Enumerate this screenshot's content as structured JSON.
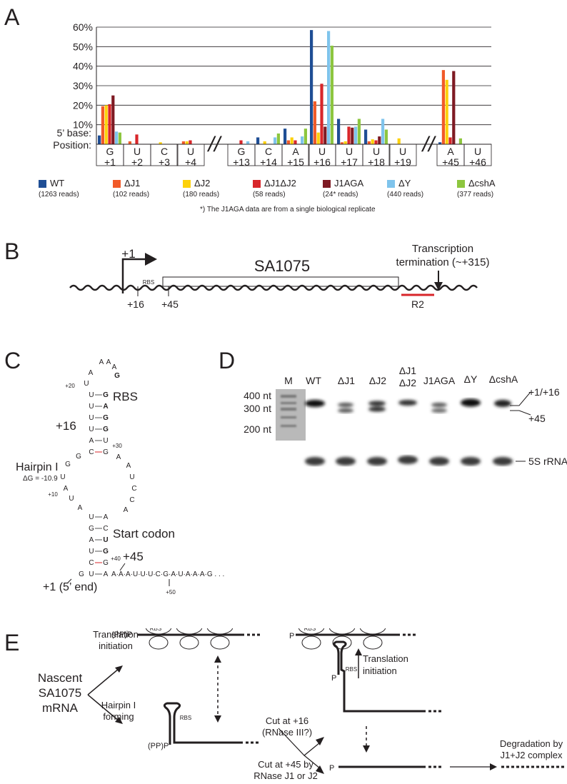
{
  "panels": {
    "a": "A",
    "b": "B",
    "c": "C",
    "d": "D",
    "e": "E"
  },
  "panel_a": {
    "footnote": "*) The J1AGA data are from a single biological replicate",
    "row_labels": {
      "base": "5’ base:",
      "position": "Position:"
    },
    "break_mark": "//"
  },
  "chart_data": {
    "type": "bar",
    "ylim": [
      0,
      60
    ],
    "yticks": [
      "60%",
      "50%",
      "40%",
      "30%",
      "20%",
      "10%"
    ],
    "ytick_values": [
      60,
      50,
      40,
      30,
      20,
      10
    ],
    "grid": true,
    "legend_placement": "bottom",
    "categories": [
      {
        "base": "G",
        "pos": "+1"
      },
      {
        "base": "U",
        "pos": "+2"
      },
      {
        "base": "C",
        "pos": "+3"
      },
      {
        "base": "U",
        "pos": "+4"
      },
      {
        "base": "G",
        "pos": "+13"
      },
      {
        "base": "C",
        "pos": "+14"
      },
      {
        "base": "A",
        "pos": "+15"
      },
      {
        "base": "U",
        "pos": "+16"
      },
      {
        "base": "U",
        "pos": "+17"
      },
      {
        "base": "U",
        "pos": "+18"
      },
      {
        "base": "U",
        "pos": "+19"
      },
      {
        "base": "A",
        "pos": "+45"
      },
      {
        "base": "U",
        "pos": "+46"
      }
    ],
    "series": [
      {
        "name": "WT",
        "reads": "(1263 reads)",
        "color": "#1f4e95",
        "values": [
          4.5,
          0,
          0,
          0,
          0,
          3.5,
          8,
          58.5,
          13,
          7.5,
          0,
          1,
          0
        ]
      },
      {
        "name": "ΔJ1",
        "reads": "(102 reads)",
        "color": "#f15a29",
        "values": [
          19.5,
          1.5,
          0,
          1.5,
          0,
          0,
          2,
          22,
          1,
          1.5,
          0,
          38,
          0
        ]
      },
      {
        "name": "ΔJ2",
        "reads": "(180 reads)",
        "color": "#fdd10a",
        "values": [
          20,
          0,
          1,
          1.5,
          0,
          1.5,
          3.5,
          6,
          1.5,
          2.5,
          3,
          33,
          0
        ]
      },
      {
        "name": "ΔJ1ΔJ2",
        "reads": "(58 reads)",
        "color": "#d8262a",
        "values": [
          20.5,
          5,
          0,
          2,
          2,
          0,
          2,
          31,
          9,
          2,
          0,
          3.5,
          0
        ]
      },
      {
        "name": "J1AGA",
        "reads": "(24* reads)",
        "color": "#7e1a23",
        "values": [
          25,
          0,
          0,
          0,
          0,
          0,
          0,
          9,
          8.5,
          4,
          0,
          37.5,
          0
        ]
      },
      {
        "name": "ΔY",
        "reads": "(440 reads)",
        "color": "#7fc4ec",
        "values": [
          6.5,
          0,
          0,
          0,
          1.5,
          3.5,
          4,
          58,
          9,
          13,
          0,
          0,
          0
        ]
      },
      {
        "name": "ΔcshA",
        "reads": "(377 reads)",
        "color": "#8dc63f",
        "values": [
          6,
          0,
          0,
          0,
          0,
          5.5,
          8,
          50.5,
          13,
          7.5,
          0,
          3,
          0
        ]
      }
    ]
  },
  "panel_b": {
    "tss": "+1",
    "gene": "SA1075",
    "rbs": "RBS",
    "term1": "Transcription",
    "term2": "termination (~+315)",
    "p16": "+16",
    "p45": "+45",
    "probe": "R2"
  },
  "panel_c": {
    "rbs": "RBS",
    "p16": "+16",
    "hairpin": "Hairpin I",
    "dg": "ΔG = -10.9",
    "start_codon": "Start codon",
    "p45": "+45",
    "p1": "+1 (5’ end)",
    "n20": "+20",
    "n30": "+30",
    "n10": "+10",
    "n40": "+40",
    "n50": "+50",
    "seq_top": "A·A·A",
    "tail": "A·A·A·U·U·U·C·G·A·U·A·A·A·G . . ."
  },
  "panel_d": {
    "lanes": [
      "M",
      "WT",
      "ΔJ1",
      "ΔJ2",
      "ΔJ1",
      "J1AGA",
      "ΔY",
      "ΔcshA"
    ],
    "lane5_second": "ΔJ2",
    "markers": [
      "400 nt",
      "300 nt",
      "200 nt"
    ],
    "right_labels": {
      "a": "+1/+16",
      "b": "+45",
      "c": "5S rRNA"
    }
  },
  "panel_e": {
    "nascent": [
      "Nascent",
      "SA1075",
      "mRNA"
    ],
    "translation_initiation": [
      "Translation",
      "initiation"
    ],
    "hairpin_forming": [
      "Hairpin I",
      "forming"
    ],
    "cut16": [
      "Cut at +16",
      "(RNase III?)"
    ],
    "cut45": [
      "Cut at +45 by",
      "RNase J1 or J2"
    ],
    "degradation": [
      "Degradation by",
      "J1+J2 complex"
    ],
    "ppp": "(PP)P",
    "p": "P",
    "rbs": "RBS",
    "translation_initiation2": [
      "Translation",
      "initiation"
    ]
  }
}
